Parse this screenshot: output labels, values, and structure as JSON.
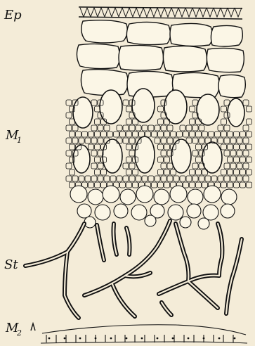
{
  "figure": {
    "labels": {
      "ep": "Ep",
      "m1": "M",
      "m1_sub": "1",
      "st": "St",
      "m2": "M",
      "m2_sub": "2"
    },
    "colors": {
      "background": "#f4ecd8",
      "ink": "#111111",
      "cell_fill": "#fbf6e6"
    }
  }
}
